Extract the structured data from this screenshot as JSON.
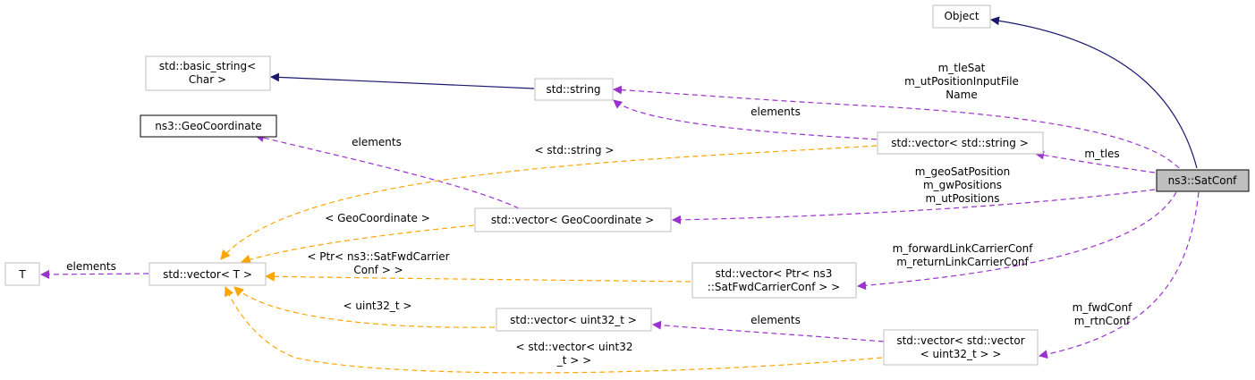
{
  "colors": {
    "inheritance": "#191970",
    "usage": "#9a32cd",
    "template": "#ffa500",
    "focus_fill": "#bfbfbf"
  },
  "nodes": {
    "object": {
      "lines": [
        "Object"
      ]
    },
    "basic_string": {
      "lines": [
        "std::basic_string<",
        "Char >"
      ]
    },
    "string": {
      "lines": [
        "std::string"
      ]
    },
    "geocoordinate": {
      "lines": [
        "ns3::GeoCoordinate"
      ]
    },
    "vector_string": {
      "lines": [
        "std::vector< std::string >"
      ]
    },
    "satconf": {
      "lines": [
        "ns3::SatConf"
      ]
    },
    "vector_geo": {
      "lines": [
        "std::vector< GeoCoordinate >"
      ]
    },
    "t": {
      "lines": [
        "T"
      ]
    },
    "vector_t": {
      "lines": [
        "std::vector< T >"
      ]
    },
    "vector_ptr": {
      "lines": [
        "std::vector< Ptr< ns3",
        "::SatFwdCarrierConf > >"
      ]
    },
    "vector_uint": {
      "lines": [
        "std::vector< uint32_t >"
      ]
    },
    "vector_vector": {
      "lines": [
        "std::vector< std::vector",
        "< uint32_t > >"
      ]
    }
  },
  "edge_labels": {
    "tle": [
      "m_tleSat",
      "m_utPositionInputFile",
      "Name"
    ],
    "string_elements": [
      "elements"
    ],
    "geo_elements": [
      "elements"
    ],
    "tmpl_string": [
      "< std::string >"
    ],
    "tles": [
      "m_tles"
    ],
    "positions": [
      "m_geoSatPosition",
      "m_gwPositions",
      "m_utPositions"
    ],
    "tmpl_geo": [
      "< GeoCoordinate >"
    ],
    "t_elements": [
      "elements"
    ],
    "carrier_conf": [
      "m_forwardLinkCarrierConf",
      "m_returnLinkCarrierConf"
    ],
    "tmpl_ptr": [
      "< Ptr< ns3::SatFwdCarrier",
      "Conf > >"
    ],
    "tmpl_uint": [
      "< uint32_t >"
    ],
    "uint_elements": [
      "elements"
    ],
    "fwd_rtn": [
      "m_fwdConf",
      "m_rtnConf"
    ],
    "tmpl_vector": [
      "< std::vector< uint32",
      "_t > >"
    ]
  }
}
